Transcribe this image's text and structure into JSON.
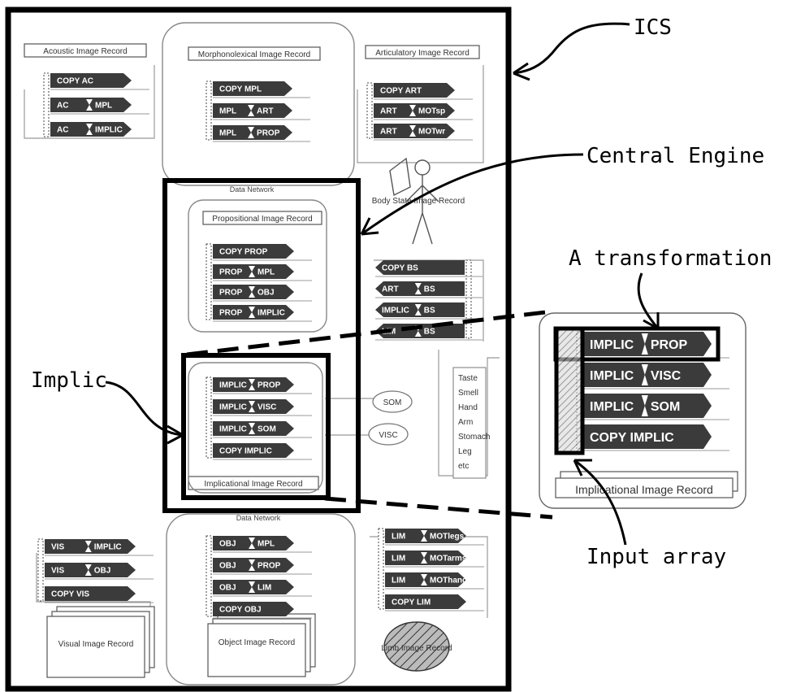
{
  "annotations": {
    "ics": "ICS",
    "central_engine": "Central Engine",
    "a_transformation": "A transformation",
    "implic": "Implic",
    "input_array": "Input array"
  },
  "records": {
    "acoustic": "Acoustic Image Record",
    "morphonolexical": "Morphonolexical Image Record",
    "articulatory": "Articulatory Image Record",
    "propositional": "Propositional Image Record",
    "body_state": "Body State Image Record",
    "implicational": "Implicational Image Record",
    "visual": "Visual Image Record",
    "object": "Object Image Record",
    "limb": "Limb Image Record"
  },
  "networks": {
    "top": "Data Network",
    "bottom": "Data Network"
  },
  "transformations": {
    "acoustic": [
      {
        "left": "COPY AC",
        "right": ""
      },
      {
        "left": "AC",
        "right": "MPL"
      },
      {
        "left": "AC",
        "right": "IMPLIC"
      }
    ],
    "morphonolexical": [
      {
        "left": "COPY MPL",
        "right": ""
      },
      {
        "left": "MPL",
        "right": "ART"
      },
      {
        "left": "MPL",
        "right": "PROP"
      }
    ],
    "articulatory": [
      {
        "left": "COPY ART",
        "right": ""
      },
      {
        "left": "ART",
        "right": "MOTsp"
      },
      {
        "left": "ART",
        "right": "MOTwr"
      }
    ],
    "propositional": [
      {
        "left": "COPY PROP",
        "right": ""
      },
      {
        "left": "PROP",
        "right": "MPL"
      },
      {
        "left": "PROP",
        "right": "OBJ"
      },
      {
        "left": "PROP",
        "right": "IMPLIC"
      }
    ],
    "body_state": [
      {
        "left": "COPY BS",
        "right": ""
      },
      {
        "left": "ART",
        "right": "BS"
      },
      {
        "left": "IMPLIC",
        "right": "BS"
      },
      {
        "left": "LIM",
        "right": "BS"
      }
    ],
    "implicational": [
      {
        "left": "IMPLIC",
        "right": "PROP"
      },
      {
        "left": "IMPLIC",
        "right": "VISC"
      },
      {
        "left": "IMPLIC",
        "right": "SOM"
      },
      {
        "left": "COPY IMPLIC",
        "right": ""
      }
    ],
    "visual": [
      {
        "left": "VIS",
        "right": "IMPLIC"
      },
      {
        "left": "VIS",
        "right": "OBJ"
      },
      {
        "left": "COPY VIS",
        "right": ""
      }
    ],
    "object": [
      {
        "left": "OBJ",
        "right": "MPL"
      },
      {
        "left": "OBJ",
        "right": "PROP"
      },
      {
        "left": "OBJ",
        "right": "LIM"
      },
      {
        "left": "COPY OBJ",
        "right": ""
      }
    ],
    "limb": [
      {
        "left": "LIM",
        "right": "MOTlegs"
      },
      {
        "left": "LIM",
        "right": "MOTarms"
      },
      {
        "left": "LIM",
        "right": "MOThand"
      },
      {
        "left": "COPY LIM",
        "right": ""
      }
    ]
  },
  "body_inputs": [
    "Taste",
    "Smell",
    "Hand",
    "Arm",
    "Stomach",
    "Leg",
    "etc"
  ],
  "ovals": {
    "som": "SOM",
    "visc": "VISC"
  },
  "zoom": {
    "record": "Implicational Image Record",
    "rows": [
      {
        "left": "IMPLIC",
        "right": "PROP"
      },
      {
        "left": "IMPLIC",
        "right": "VISC"
      },
      {
        "left": "IMPLIC",
        "right": "SOM"
      },
      {
        "left": "COPY IMPLIC",
        "right": ""
      }
    ]
  }
}
